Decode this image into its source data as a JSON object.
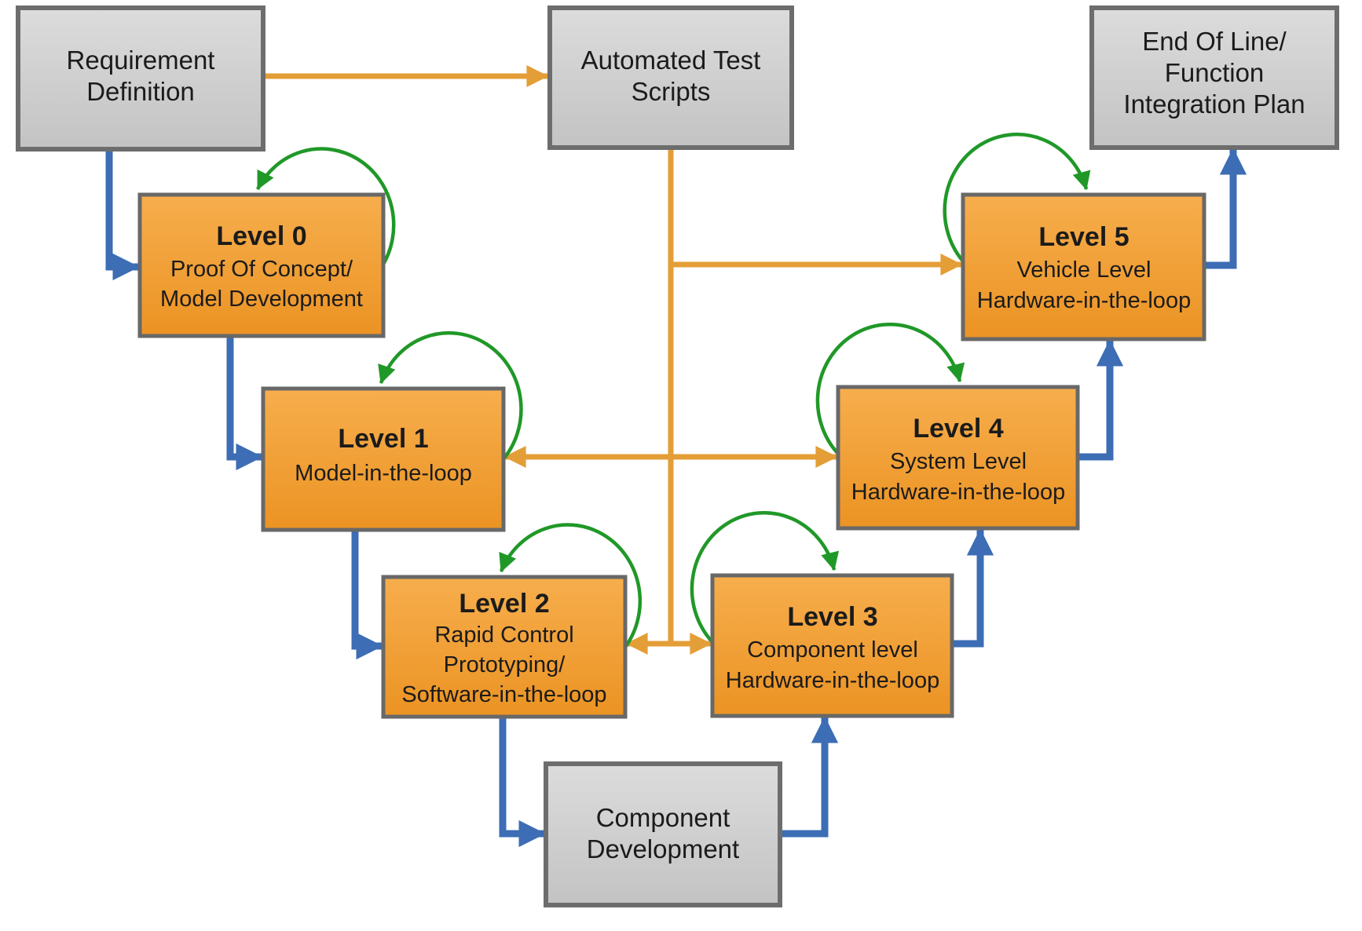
{
  "diagram": {
    "kind": "v-model-development-flow",
    "colors": {
      "background": "#ffffff",
      "gray_box_fill_top": "#dcdcdc",
      "gray_box_fill_bottom": "#c3c3c3",
      "gray_box_border": "#6d6d6d",
      "orange_box_fill_top": "#f7ae4d",
      "orange_box_fill_bottom": "#eb9323",
      "orange_box_border": "#686868",
      "blue_arrow": "#3c6db5",
      "orange_arrow": "#e49e37",
      "green_loop_arrow": "#209828",
      "text": "#1b1b1b"
    },
    "nodes": {
      "requirement_definition": {
        "lines": [
          "Requirement",
          "Definition"
        ]
      },
      "automated_test_scripts": {
        "lines": [
          "Automated Test",
          "Scripts"
        ]
      },
      "end_of_line_function_integration_plan": {
        "lines": [
          "End Of Line/",
          "Function",
          "Integration Plan"
        ]
      },
      "level_0": {
        "title": "Level 0",
        "lines": [
          "Proof Of Concept/",
          "Model Development"
        ]
      },
      "level_1": {
        "title": "Level 1",
        "lines": [
          "Model-in-the-loop"
        ]
      },
      "level_2": {
        "title": "Level 2",
        "lines": [
          "Rapid Control",
          "Prototyping/",
          "Software-in-the-loop"
        ]
      },
      "level_3": {
        "title": "Level 3",
        "lines": [
          "Component level",
          "Hardware-in-the-loop"
        ]
      },
      "level_4": {
        "title": "Level 4",
        "lines": [
          "System Level",
          "Hardware-in-the-loop"
        ]
      },
      "level_5": {
        "title": "Level 5",
        "lines": [
          "Vehicle Level",
          "Hardware-in-the-loop"
        ]
      },
      "component_development": {
        "lines": [
          "Component",
          "Development"
        ]
      }
    },
    "edges": [
      {
        "from": "requirement_definition",
        "to": "automated_test_scripts",
        "color": "orange"
      },
      {
        "from": "automated_test_scripts",
        "to": "level_5",
        "color": "orange"
      },
      {
        "from": "automated_test_scripts",
        "to": "level_1",
        "color": "orange"
      },
      {
        "from": "automated_test_scripts",
        "to": "level_4",
        "color": "orange"
      },
      {
        "from": "automated_test_scripts",
        "to": "level_2",
        "color": "orange"
      },
      {
        "from": "automated_test_scripts",
        "to": "level_3",
        "color": "orange"
      },
      {
        "from": "requirement_definition",
        "to": "level_0",
        "color": "blue"
      },
      {
        "from": "level_0",
        "to": "level_1",
        "color": "blue"
      },
      {
        "from": "level_1",
        "to": "level_2",
        "color": "blue"
      },
      {
        "from": "level_2",
        "to": "component_development",
        "color": "blue"
      },
      {
        "from": "component_development",
        "to": "level_3",
        "color": "blue"
      },
      {
        "from": "level_3",
        "to": "level_4",
        "color": "blue"
      },
      {
        "from": "level_4",
        "to": "level_5",
        "color": "blue"
      },
      {
        "from": "level_5",
        "to": "end_of_line_function_integration_plan",
        "color": "blue"
      },
      {
        "from": "level_0",
        "to": "level_0",
        "color": "green"
      },
      {
        "from": "level_1",
        "to": "level_1",
        "color": "green"
      },
      {
        "from": "level_2",
        "to": "level_2",
        "color": "green"
      },
      {
        "from": "level_3",
        "to": "level_3",
        "color": "green"
      },
      {
        "from": "level_4",
        "to": "level_4",
        "color": "green"
      },
      {
        "from": "level_5",
        "to": "level_5",
        "color": "green"
      }
    ]
  }
}
